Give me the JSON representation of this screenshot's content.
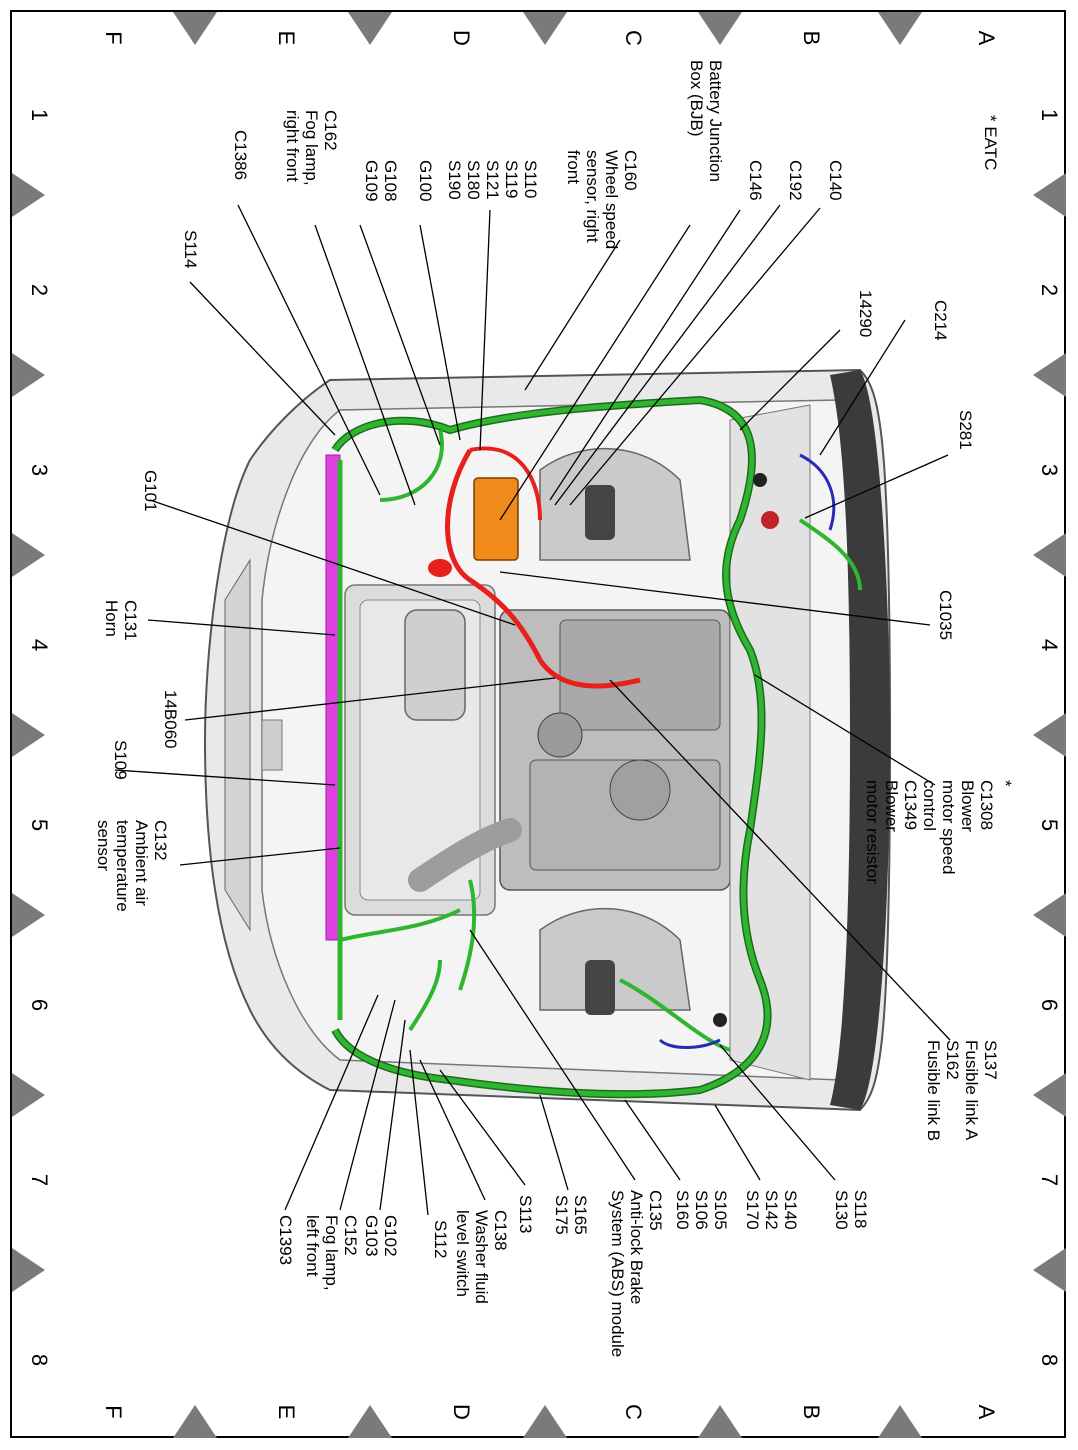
{
  "note": "* EATC",
  "grid": {
    "rows": [
      "A",
      "B",
      "C",
      "D",
      "E",
      "F"
    ],
    "cols": [
      "1",
      "2",
      "3",
      "4",
      "5",
      "6",
      "7",
      "8"
    ]
  },
  "colors": {
    "harness": "#2fb52f",
    "power": "#e8201c",
    "bjb": "#f08a1a",
    "bus": "#e040e0",
    "ground": "#2a2ab8",
    "marker": "#7a7a7a"
  },
  "callouts": [
    {
      "id": "c214",
      "lines": [
        "C214"
      ]
    },
    {
      "id": "s281",
      "lines": [
        "S281"
      ]
    },
    {
      "id": "c140",
      "lines": [
        "C140"
      ]
    },
    {
      "id": "14290",
      "lines": [
        "14290"
      ]
    },
    {
      "id": "c192",
      "lines": [
        "C192"
      ]
    },
    {
      "id": "c146",
      "lines": [
        "C146"
      ]
    },
    {
      "id": "bjb",
      "lines": [
        "Battery Junction",
        "Box (BJB)"
      ]
    },
    {
      "id": "c160",
      "lines": [
        "C160",
        "Wheel speed",
        "sensor, right",
        "front"
      ]
    },
    {
      "id": "s110",
      "lines": [
        "S110",
        "S119",
        "S121",
        "S180",
        "S190"
      ]
    },
    {
      "id": "g100",
      "lines": [
        "G100"
      ]
    },
    {
      "id": "g108",
      "lines": [
        "G108",
        "G109"
      ]
    },
    {
      "id": "c162",
      "lines": [
        "C162",
        "Fog lamp,",
        "right front"
      ]
    },
    {
      "id": "c1386",
      "lines": [
        "C1386"
      ]
    },
    {
      "id": "s114",
      "lines": [
        "S114"
      ]
    },
    {
      "id": "g101",
      "lines": [
        "G101"
      ]
    },
    {
      "id": "c131",
      "lines": [
        "C131",
        "Horn"
      ]
    },
    {
      "id": "14b060",
      "lines": [
        "14B060"
      ]
    },
    {
      "id": "s109",
      "lines": [
        "S109"
      ]
    },
    {
      "id": "c132",
      "lines": [
        "C132",
        "Ambient air",
        "temperature",
        "sensor"
      ]
    },
    {
      "id": "c1035",
      "lines": [
        "C1035"
      ]
    },
    {
      "id": "c1308",
      "lines": [
        "*",
        "C1308",
        "Blower",
        "motor speed",
        "control",
        "C1349",
        "Blower",
        "motor resistor"
      ]
    },
    {
      "id": "s137",
      "lines": [
        "S137",
        "Fusible link A",
        "S162",
        "Fusible link B"
      ]
    },
    {
      "id": "s118",
      "lines": [
        "S118",
        "S130"
      ]
    },
    {
      "id": "s140",
      "lines": [
        "S140",
        "S142",
        "S170"
      ]
    },
    {
      "id": "s105",
      "lines": [
        "S105",
        "S106",
        "S160"
      ]
    },
    {
      "id": "c135",
      "lines": [
        "C135",
        "Anti-lock Brake",
        "System (ABS) module"
      ]
    },
    {
      "id": "s165",
      "lines": [
        "S165",
        "S175"
      ]
    },
    {
      "id": "s113",
      "lines": [
        "S113"
      ]
    },
    {
      "id": "c138",
      "lines": [
        "C138",
        "Washer fluid",
        "level switch"
      ]
    },
    {
      "id": "s112",
      "lines": [
        "S112"
      ]
    },
    {
      "id": "g102",
      "lines": [
        "G102",
        "G103"
      ]
    },
    {
      "id": "c152",
      "lines": [
        "C152",
        "Fog lamp,",
        "left front"
      ]
    },
    {
      "id": "c1393",
      "lines": [
        "C1393"
      ]
    }
  ]
}
